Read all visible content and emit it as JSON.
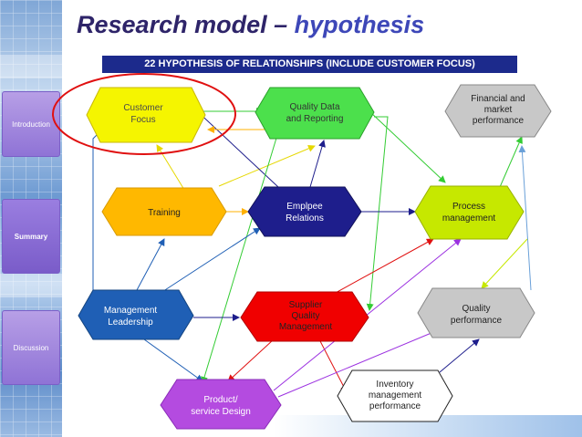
{
  "title": {
    "main": "Research model – ",
    "accent": "hypothesis"
  },
  "subtitle": "22 HYPOTHESIS OF RELATIONSHIPS (INCLUDE CUSTOMER FOCUS)",
  "sidebar": {
    "items": [
      {
        "label": "Introduction"
      },
      {
        "label": "Summary"
      },
      {
        "label": "Discussion"
      }
    ]
  },
  "nodes": {
    "customer_focus": {
      "lines": [
        "Customer",
        "Focus"
      ],
      "color": "#f5f500",
      "text_color": "#4a4a4a"
    },
    "quality_data": {
      "lines": [
        "Quality Data",
        "and Reporting"
      ],
      "color": "#4ce04c",
      "text_color": "#333333"
    },
    "financial": {
      "lines": [
        "Financial and",
        "market",
        "performance"
      ],
      "color": "#c8c8c8",
      "text_color": "#222222"
    },
    "training": {
      "lines": [
        "Training"
      ],
      "color": "#ffb800",
      "text_color": "#222222"
    },
    "employee": {
      "lines": [
        "Emplpee",
        "Relations"
      ],
      "color": "#1e1e8c",
      "text_color": "#ffffff"
    },
    "process": {
      "lines": [
        "Process",
        "management"
      ],
      "color": "#c6e800",
      "text_color": "#222222"
    },
    "leadership": {
      "lines": [
        "Management",
        "Leadership"
      ],
      "color": "#1f5fb5",
      "text_color": "#ffffff"
    },
    "supplier": {
      "lines": [
        "Supplier",
        "Quality",
        "Management"
      ],
      "color": "#f00000",
      "text_color": "#222222"
    },
    "quality_perf": {
      "lines": [
        "Quality",
        "performance"
      ],
      "color": "#c8c8c8",
      "text_color": "#222222"
    },
    "inventory": {
      "lines": [
        "Inventory",
        "management",
        "performance"
      ],
      "color": "#ffffff",
      "text_color": "#222222"
    },
    "product": {
      "lines": [
        "Product/",
        "service Design"
      ],
      "color": "#b44be0",
      "text_color": "#ffffff"
    }
  },
  "highlight_color": "#e01010"
}
